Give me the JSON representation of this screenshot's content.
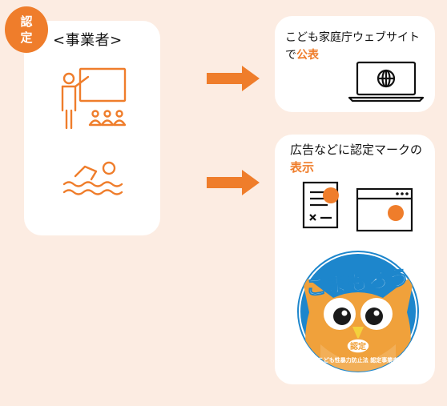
{
  "badge": {
    "line1": "認",
    "line2": "定"
  },
  "business": {
    "title": "<事業者>"
  },
  "publish": {
    "line1": "こども家庭庁ウェブサイト",
    "line2_prefix": "で",
    "line2_accent": "公表"
  },
  "display": {
    "line1": "広告などに認定マークの",
    "line2_accent": "表示"
  },
  "mark": {
    "title": "こまもろう",
    "seal": "認定",
    "caption": "こども性暴力防止法 認定事業者"
  },
  "colors": {
    "accent": "#ef7d2b",
    "background": "#fcece2",
    "mark_blue": "#1d86cc",
    "owl": "#f0a13b"
  }
}
